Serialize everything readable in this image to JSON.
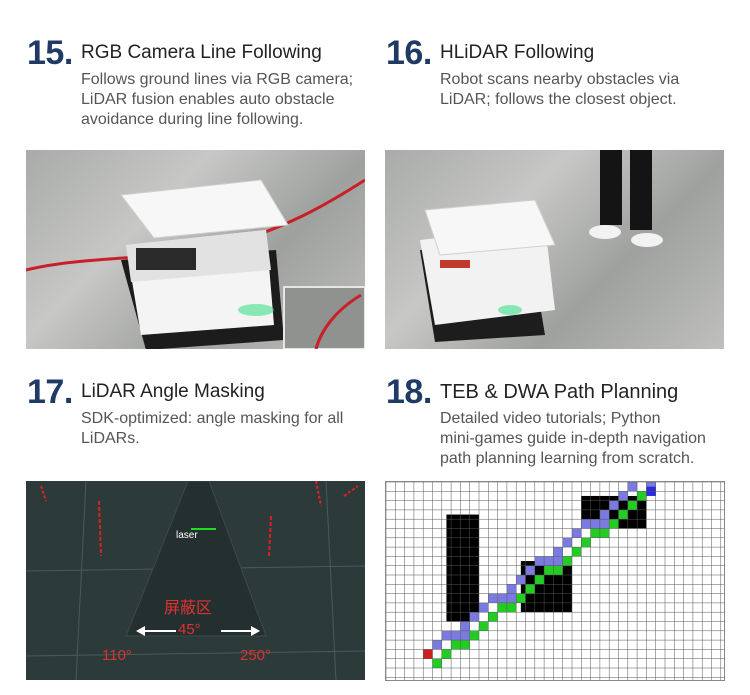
{
  "features": [
    {
      "number": "15.",
      "title": "RGB Camera Line Following",
      "desc": [
        "Follows ground lines via RGB camera;",
        "LiDAR fusion enables auto obstacle",
        "avoidance during line following."
      ]
    },
    {
      "number": "16.",
      "title": "HLiDAR Following",
      "desc": [
        "Robot scans nearby obstacles via",
        "LiDAR; follows the closest object."
      ]
    },
    {
      "number": "17.",
      "title": "LiDAR Angle Masking",
      "desc": [
        "SDK-optimized: angle masking for all",
        "LiDARs."
      ]
    },
    {
      "number": "18.",
      "title": "TEB & DWA Path Planning",
      "desc": [
        "Detailed video tutorials; Python",
        "mini-games guide in-depth navigation",
        "path planning learning from scratch."
      ]
    }
  ],
  "lidar_panel": {
    "laser_label": "laser",
    "mask_label": "屏蔽区",
    "angle_label": "45°",
    "left_angle": "110°",
    "right_angle": "250°"
  },
  "colors": {
    "number": "#1f3a64",
    "line_red": "#d3262b",
    "path_green": "#22cc22",
    "path_blue": "#7a7ae0",
    "goal_blue": "#2a2adf"
  },
  "icons": {
    "left-arrow": "arrow-left-icon",
    "right-arrow": "arrow-right-icon"
  }
}
